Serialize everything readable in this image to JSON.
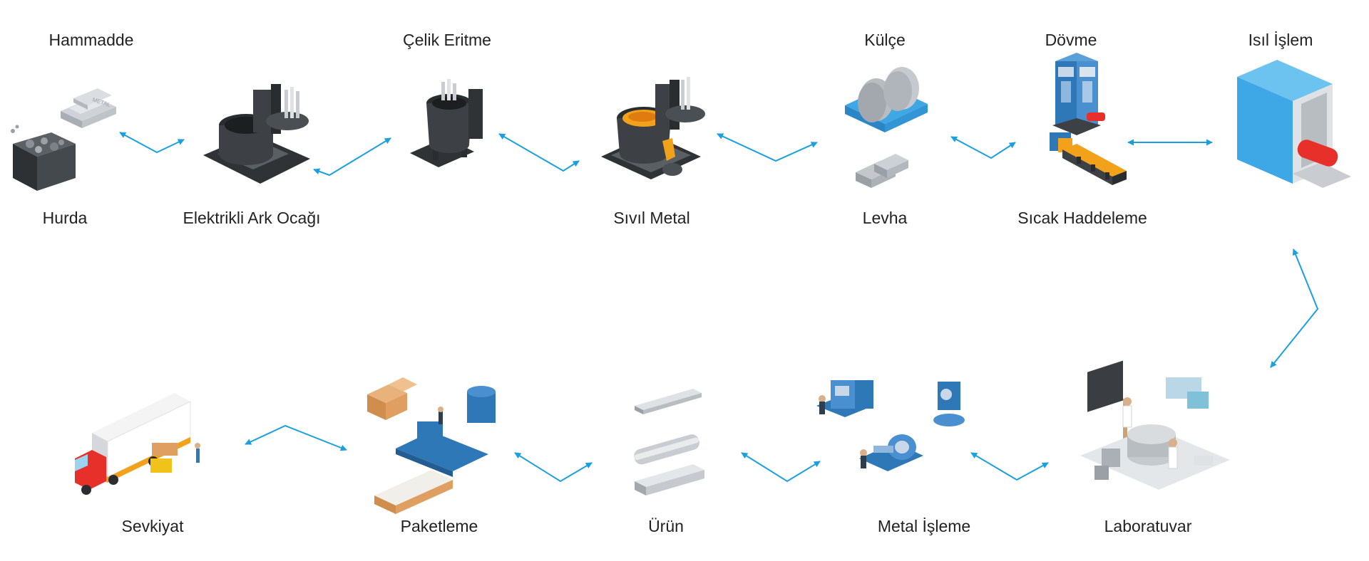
{
  "labels": {
    "hammadde": "Hammadde",
    "hurda": "Hurda",
    "elektrikli_ark_ocagi": "Elektrikli Ark Ocağı",
    "celik_eritme": "Çelik Eritme",
    "sivil_metal": "Sıvıl Metal",
    "kulce": "Külçe",
    "levha": "Levha",
    "dovme": "Dövme",
    "sicak_haddeleme": "Sıcak Haddeleme",
    "isil_islem": "Isıl İşlem",
    "laboratuvar": "Laboratuvar",
    "metal_isleme": "Metal İşleme",
    "urun": "Ürün",
    "paketleme": "Paketleme",
    "sevkiyat": "Sevkiyat"
  },
  "icons": {
    "metal_ingot": "metal-ingot-icon",
    "scrap_bin": "scrap-bin-icon",
    "arc_furnace": "arc-furnace-icon",
    "ladle": "ladle-icon",
    "molten_metal_ladle": "molten-metal-ladle-icon",
    "billet": "billet-icon",
    "plate": "plate-icon",
    "forging_press": "forging-press-icon",
    "rolling_line": "rolling-line-icon",
    "heat_treatment_furnace": "heat-treatment-furnace-icon",
    "laboratory": "laboratory-icon",
    "machining": "machining-icon",
    "steel_profiles": "steel-profiles-icon",
    "packaging": "packaging-icon",
    "truck": "truck-icon"
  },
  "colors": {
    "arrow": "#1a9fe0",
    "machine_blue": "#2f78b8",
    "furnace_dark": "#3d4145",
    "cyan_box": "#3ea7e6",
    "hot_metal": "#e8302a",
    "molten": "#f1a21a",
    "label": "#222222"
  }
}
